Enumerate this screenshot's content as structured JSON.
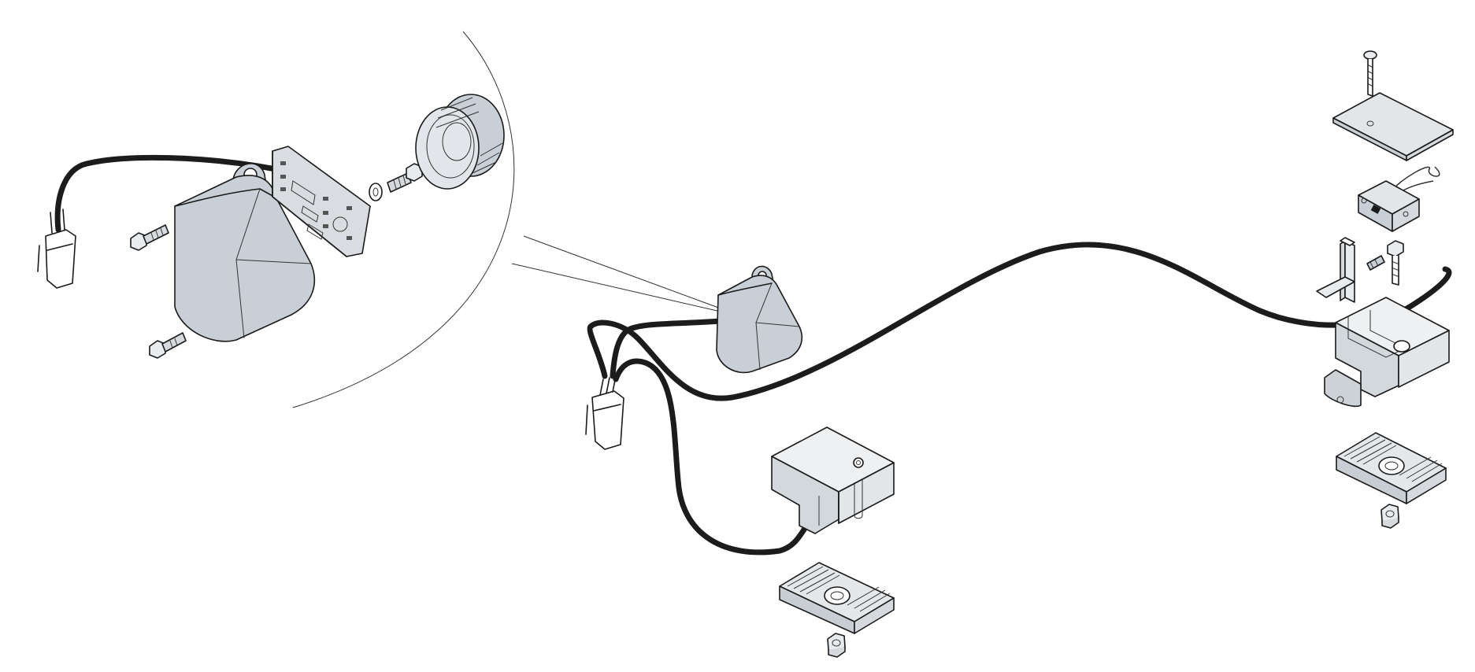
{
  "diagram": {
    "kind": "exploded-assembly-illustration",
    "colors": {
      "background": "#ffffff",
      "outline": "#1a1a1a",
      "cable": "#1c1c1c",
      "housing_fill": "#c9cfd6",
      "part_fill": "#e9ecef",
      "part_shadow": "#b7bdc4"
    },
    "components": [
      "detail-callout",
      "switch-housing",
      "control-board",
      "adjustment-knob",
      "wire-harness-connector",
      "block-mount-left",
      "block-mount-right",
      "slide-clamp",
      "lock-nut",
      "cover-plate",
      "limit-switch",
      "bolt"
    ]
  }
}
